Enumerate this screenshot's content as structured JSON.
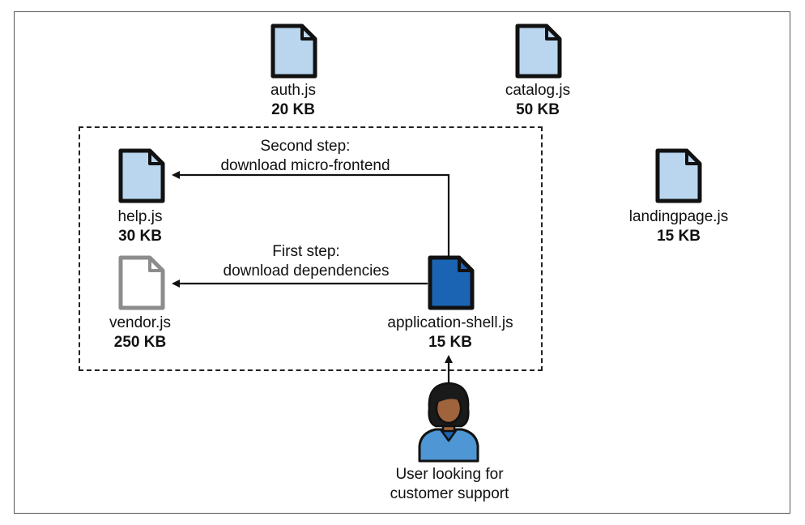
{
  "colors": {
    "file_fill": "#b9d6ee",
    "shell_fill": "#1b64b4",
    "vendor_fill": "#ffffff",
    "vendor_stroke": "#8c8c8c",
    "outline": "#111111"
  },
  "files": {
    "auth": {
      "name": "auth.js",
      "size": "20 KB"
    },
    "catalog": {
      "name": "catalog.js",
      "size": "50 KB"
    },
    "help": {
      "name": "help.js",
      "size": "30 KB"
    },
    "vendor": {
      "name": "vendor.js",
      "size": "250 KB"
    },
    "shell": {
      "name": "application-shell.js",
      "size": "15 KB"
    },
    "landing": {
      "name": "landingpage.js",
      "size": "15 KB"
    }
  },
  "steps": {
    "second": {
      "line1": "Second step:",
      "line2": "download micro-frontend"
    },
    "first": {
      "line1": "First step:",
      "line2": "download dependencies"
    }
  },
  "user": {
    "line1": "User looking for",
    "line2": "customer support",
    "icon": "user-avatar-icon"
  }
}
